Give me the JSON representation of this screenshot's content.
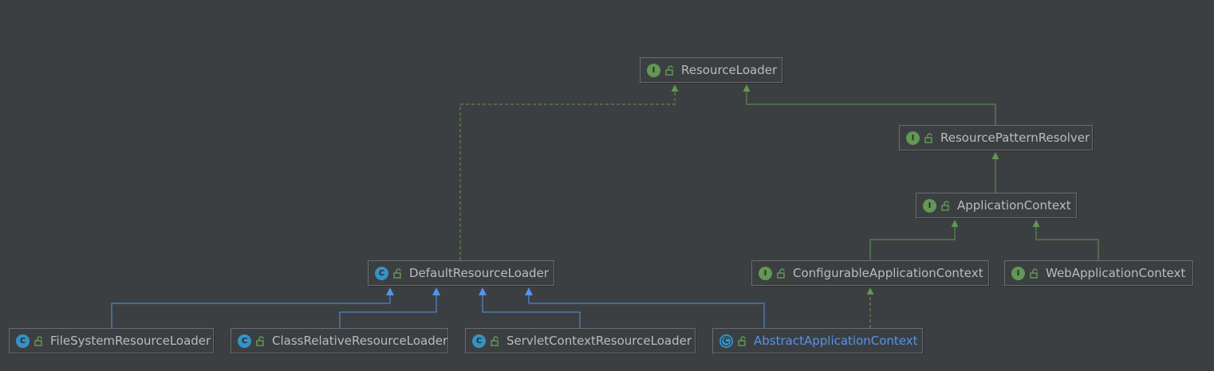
{
  "colors": {
    "background": "#3c3f41",
    "interface_icon": "#629755",
    "class_icon": "#3592c4",
    "abstract_label": "#5394ec",
    "implements_edge": "#629755",
    "extends_edge": "#5394ec"
  },
  "nodes": {
    "resource_loader": {
      "kind": "I",
      "type": "interface",
      "label": "ResourceLoader"
    },
    "resource_pattern_resolver": {
      "kind": "I",
      "type": "interface",
      "label": "ResourcePatternResolver"
    },
    "application_context": {
      "kind": "I",
      "type": "interface",
      "label": "ApplicationContext"
    },
    "configurable_application_context": {
      "kind": "I",
      "type": "interface",
      "label": "ConfigurableApplicationContext"
    },
    "web_application_context": {
      "kind": "I",
      "type": "interface",
      "label": "WebApplicationContext"
    },
    "default_resource_loader": {
      "kind": "C",
      "type": "class",
      "label": "DefaultResourceLoader"
    },
    "file_system_resource_loader": {
      "kind": "C",
      "type": "class",
      "label": "FileSystemResourceLoader"
    },
    "class_relative_resource_loader": {
      "kind": "C",
      "type": "class",
      "label": "ClassRelativeResourceLoader"
    },
    "servlet_context_resource_loader": {
      "kind": "C",
      "type": "class",
      "label": "ServletContextResourceLoader"
    },
    "abstract_application_context": {
      "kind": "C",
      "type": "abstract-class",
      "label": "AbstractApplicationContext"
    }
  },
  "edges": [
    {
      "from": "default_resource_loader",
      "to": "resource_loader",
      "relation": "implements"
    },
    {
      "from": "resource_pattern_resolver",
      "to": "resource_loader",
      "relation": "extends-interface"
    },
    {
      "from": "application_context",
      "to": "resource_pattern_resolver",
      "relation": "extends-interface"
    },
    {
      "from": "configurable_application_context",
      "to": "application_context",
      "relation": "extends-interface"
    },
    {
      "from": "web_application_context",
      "to": "application_context",
      "relation": "extends-interface"
    },
    {
      "from": "abstract_application_context",
      "to": "configurable_application_context",
      "relation": "implements"
    },
    {
      "from": "file_system_resource_loader",
      "to": "default_resource_loader",
      "relation": "extends"
    },
    {
      "from": "class_relative_resource_loader",
      "to": "default_resource_loader",
      "relation": "extends"
    },
    {
      "from": "servlet_context_resource_loader",
      "to": "default_resource_loader",
      "relation": "extends"
    },
    {
      "from": "abstract_application_context",
      "to": "default_resource_loader",
      "relation": "extends"
    }
  ]
}
